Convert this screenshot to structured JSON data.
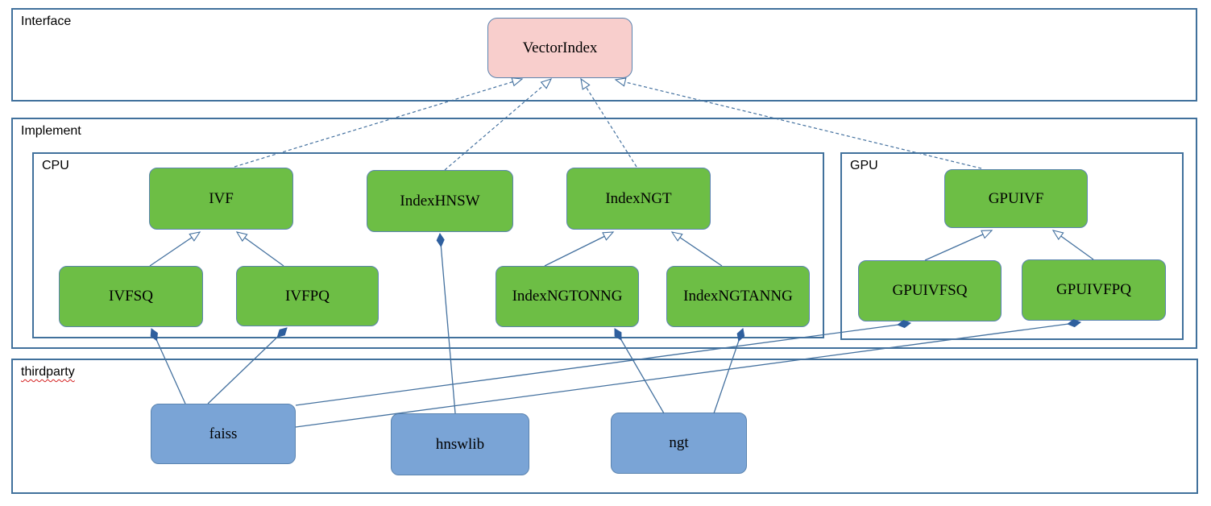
{
  "diagram": {
    "sections": {
      "interface": {
        "label": "Interface"
      },
      "implement": {
        "label": "Implement"
      },
      "cpu": {
        "label": "CPU"
      },
      "gpu": {
        "label": "GPU"
      },
      "thirdparty": {
        "label": "thirdparty"
      }
    },
    "nodes": {
      "vectorindex": {
        "label": "VectorIndex",
        "kind": "interface"
      },
      "ivf": {
        "label": "IVF",
        "kind": "cpu-class"
      },
      "indexhnsw": {
        "label": "IndexHNSW",
        "kind": "cpu-class"
      },
      "indexngt": {
        "label": "IndexNGT",
        "kind": "cpu-class"
      },
      "ivfsq": {
        "label": "IVFSQ",
        "kind": "cpu-class"
      },
      "ivfpq": {
        "label": "IVFPQ",
        "kind": "cpu-class"
      },
      "indexngtonng": {
        "label": "IndexNGTONNG",
        "kind": "cpu-class"
      },
      "indexngtanng": {
        "label": "IndexNGTANNG",
        "kind": "cpu-class"
      },
      "gpuivf": {
        "label": "GPUIVF",
        "kind": "gpu-class"
      },
      "gpuivfsq": {
        "label": "GPUIVFSQ",
        "kind": "gpu-class"
      },
      "gpuivfpq": {
        "label": "GPUIVFPQ",
        "kind": "gpu-class"
      },
      "faiss": {
        "label": "faiss",
        "kind": "thirdparty-lib"
      },
      "hnswlib": {
        "label": "hnswlib",
        "kind": "thirdparty-lib"
      },
      "ngt": {
        "label": "ngt",
        "kind": "thirdparty-lib"
      }
    },
    "relations": [
      {
        "from": "IVF",
        "to": "VectorIndex",
        "type": "realization"
      },
      {
        "from": "IndexHNSW",
        "to": "VectorIndex",
        "type": "realization"
      },
      {
        "from": "IndexNGT",
        "to": "VectorIndex",
        "type": "realization"
      },
      {
        "from": "GPUIVF",
        "to": "VectorIndex",
        "type": "realization"
      },
      {
        "from": "IVFSQ",
        "to": "IVF",
        "type": "inheritance"
      },
      {
        "from": "IVFPQ",
        "to": "IVF",
        "type": "inheritance"
      },
      {
        "from": "IndexNGTONNG",
        "to": "IndexNGT",
        "type": "inheritance"
      },
      {
        "from": "IndexNGTANNG",
        "to": "IndexNGT",
        "type": "inheritance"
      },
      {
        "from": "GPUIVFSQ",
        "to": "GPUIVF",
        "type": "inheritance"
      },
      {
        "from": "GPUIVFPQ",
        "to": "GPUIVF",
        "type": "inheritance"
      },
      {
        "from": "faiss",
        "to": "IVFSQ",
        "type": "composition"
      },
      {
        "from": "faiss",
        "to": "IVFPQ",
        "type": "composition"
      },
      {
        "from": "faiss",
        "to": "GPUIVFSQ",
        "type": "composition"
      },
      {
        "from": "faiss",
        "to": "GPUIVFPQ",
        "type": "composition"
      },
      {
        "from": "hnswlib",
        "to": "IndexHNSW",
        "type": "composition"
      },
      {
        "from": "ngt",
        "to": "IndexNGTONNG",
        "type": "composition"
      },
      {
        "from": "ngt",
        "to": "IndexNGTANNG",
        "type": "composition"
      }
    ],
    "colors": {
      "node_green": "#6dbe45",
      "node_blue": "#7aa4d6",
      "node_pink": "#f8cecc",
      "node_border": "#5b84b0",
      "section_border": "#41719c",
      "line_blue": "#44719f",
      "diamond_fill": "#2e5f9e",
      "spellcheck_red": "#d42020"
    }
  }
}
